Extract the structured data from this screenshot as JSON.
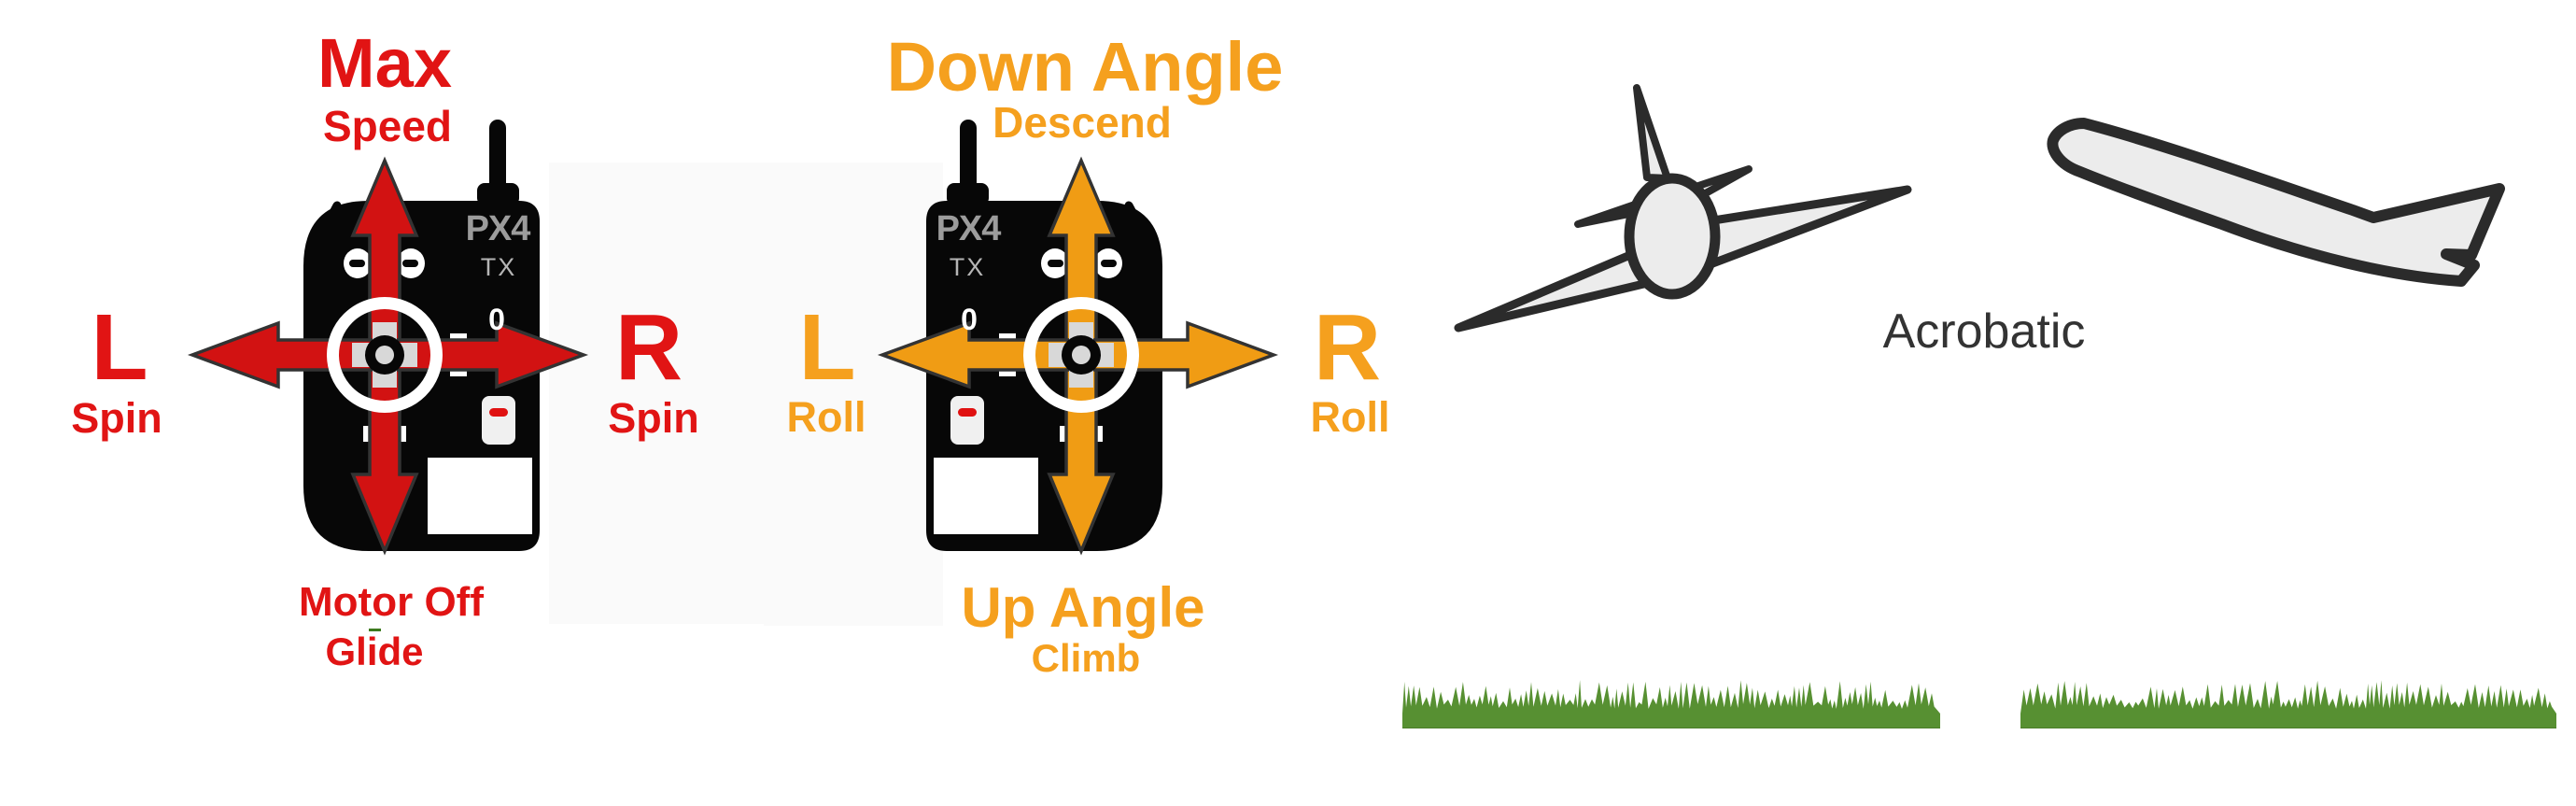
{
  "colors": {
    "red_text": "#E11414",
    "red_arrow": "#D21212",
    "orange_text": "#F5A01E",
    "orange_arrow": "#F09C14",
    "device_brand_gray": "#9C9C9C",
    "device_model_gray": "#B5B5B5",
    "power_indicator_white": "#FFFFFF",
    "switch_dash_red": "#E01111",
    "body_black": "#070707",
    "stick_gray": "#D8D8D8",
    "plane_fill": "#ECECEC",
    "plane_stroke": "#2B2B2B",
    "caption_color": "#333333",
    "grass": "#579032",
    "grass_dark": "#4B7E29"
  },
  "transmitter_left": {
    "device": {
      "brand": "PX4",
      "model": "TX",
      "power_indicator": "0"
    },
    "stick_up": {
      "line1": "Max",
      "line2": "Speed"
    },
    "stick_left": {
      "line1": "L",
      "line2": "Spin"
    },
    "stick_right": {
      "line1": "R",
      "line2": "Spin"
    },
    "stick_down": {
      "line1": "Motor Off",
      "line2": "Glide"
    }
  },
  "transmitter_right": {
    "device": {
      "brand": "PX4",
      "model": "TX",
      "power_indicator": "0"
    },
    "stick_up": {
      "line1": "Down Angle",
      "line2": "Descend"
    },
    "stick_left": {
      "line1": "L",
      "line2": "Roll"
    },
    "stick_right": {
      "line1": "R",
      "line2": "Roll"
    },
    "stick_down": {
      "line1": "Up Angle",
      "line2": "Climb"
    }
  },
  "aircraft_panel": {
    "caption": "Acrobatic"
  }
}
